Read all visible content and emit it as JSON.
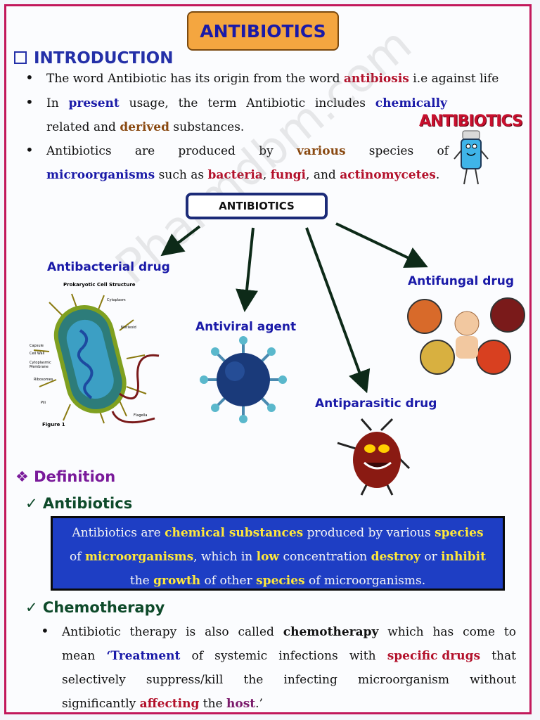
{
  "title": "ANTIBIOTICS",
  "introduction": {
    "heading": "INTRODUCTION",
    "b1": {
      "p1": "The word Antibiotic has its origin from the word ",
      "p2": "antibiosis",
      "p3": " i.e against life"
    },
    "b2": {
      "w1": "In",
      "w2": "present",
      "w3": "usage,",
      "w4": "the",
      "w5": "term",
      "w6": "Antibiotic",
      "w7": "includes",
      "w8": "chemically",
      "p1": "related and ",
      "p2": "derived",
      "p3": " substances."
    },
    "b3": {
      "w1": "Antibiotics",
      "w2": "are",
      "w3": "produced",
      "w4": "by",
      "w5": "various",
      "w6": "species",
      "w7": "of",
      "p1": "microorganisms",
      "p2": " such as ",
      "p3": "bacteria",
      "p4": ", ",
      "p5": "fungi",
      "p6": ", and ",
      "p7": "actinomycetes",
      "p8": "."
    },
    "logo_text": "ANTIBIOTICS"
  },
  "diagram": {
    "center": "ANTIBIOTICS",
    "antibacterial": "Antibacterial drug",
    "antiviral": "Antiviral agent",
    "antifungal": "Antifungal drug",
    "antiparasitic": "Antiparasitic drug",
    "cell_title": "Prokaryotic Cell Structure",
    "cell_labels": [
      "Cytoplasm",
      "Nucleoid",
      "Capsule",
      "Cell Wall",
      "Cytoplasmic Membrane",
      "Ribosomes",
      "Pili",
      "Flagella"
    ],
    "figure_label": "Figure 1"
  },
  "watermark": "Pharmdbm.com",
  "definition": {
    "heading": "Definition",
    "antibiotics_heading": "Antibiotics",
    "box": {
      "p1": "Antibiotics are ",
      "p2": "chemical substances",
      "p3": " produced by various ",
      "p4": "species",
      "p5": "of ",
      "p6": "microorganisms",
      "p7": ", which in ",
      "p8": "low",
      "p9": " concentration ",
      "p10": "destroy",
      "p11": " or ",
      "p12": "inhibit",
      "p13": "the ",
      "p14": "growth",
      "p15": " of other ",
      "p16": "species",
      "p17": " of microorganisms."
    }
  },
  "chemotherapy": {
    "heading": "Chemotherapy",
    "l1": [
      "Antibiotic",
      "therapy",
      "is",
      "also",
      "called",
      "chemotherapy",
      "which",
      "has",
      "come",
      "to"
    ],
    "l2": {
      "w1": "mean",
      "w2": "‘Treatment",
      "w3": "of",
      "w4": "systemic",
      "w5": "infections",
      "w6": "with",
      "w7": "specific drugs",
      "w8": "that"
    },
    "l3": [
      "selectively",
      "suppress/kill",
      "the",
      "infecting",
      "microorganism",
      "without"
    ],
    "l4": {
      "p1": "significantly ",
      "p2": "affecting",
      "p3": " the ",
      "p4": "host",
      "p5": ".’"
    }
  },
  "colors": {
    "frame": "#c2185b",
    "title_bg": "#f4a640",
    "heading_blue": "#2430a8",
    "def_box": "#1e3ec4",
    "highlight_red": "#b3112b"
  }
}
